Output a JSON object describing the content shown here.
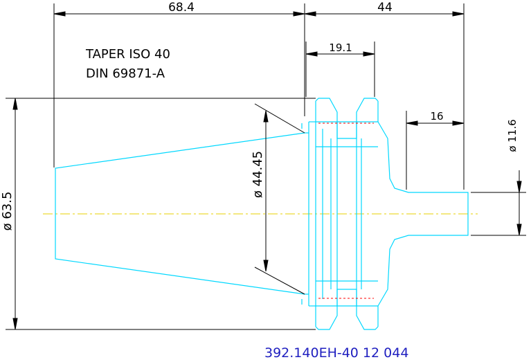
{
  "notes": {
    "line1": "TAPER ISO 40",
    "line2": "DIN 69871-A"
  },
  "dimensions": {
    "taper_length": "68.4",
    "overall_right": "44",
    "flange_width": "19.1",
    "shank_length": "16",
    "shank_diameter": "ø 11.6",
    "taper_diameter": "ø 44.45",
    "flange_diameter": "ø 63.5"
  },
  "part_number": "392.140EH-40 12 044",
  "colors": {
    "outline": "#00d8ff",
    "dimension": "#000000",
    "centerline": "#e8d000",
    "hidden": "#ff0000",
    "part_number": "#2020c0"
  }
}
